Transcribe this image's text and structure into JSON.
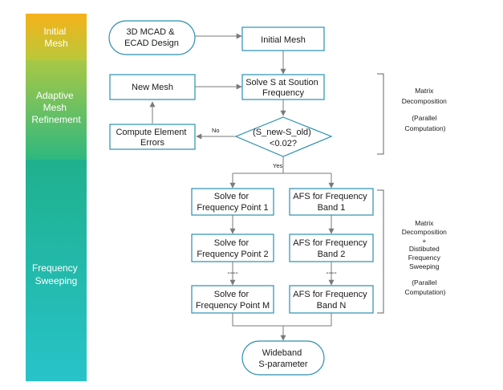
{
  "stages": [
    {
      "label_lines": [
        "Initial",
        "Mesh"
      ]
    },
    {
      "label_lines": [
        "Adaptive",
        "Mesh",
        "Refinement"
      ]
    },
    {
      "label_lines": [
        "Frequency",
        "Sweeping"
      ]
    }
  ],
  "stage_colors": {
    "initial_top": "#f5b21a",
    "initial_bottom": "#b9c83a",
    "adaptive_top": "#a8c845",
    "adaptive_bottom": "#2eb87f",
    "sweep_top": "#1fb08d",
    "sweep_bottom": "#27c3c9"
  },
  "nodes": {
    "design": [
      "3D MCAD &",
      "ECAD Design"
    ],
    "initial_mesh": [
      "Initial Mesh"
    ],
    "new_mesh": [
      "New Mesh"
    ],
    "solve": [
      "Solve S at Soution",
      "Frequency"
    ],
    "decision": [
      "(S_new-S_old)",
      "<0.02?"
    ],
    "compute_errors": [
      "Compute Element",
      "Errors"
    ],
    "solve_f1": [
      "Solve for",
      "Frequency Point 1"
    ],
    "solve_f2": [
      "Solve for",
      "Frequency Point 2"
    ],
    "solve_fm": [
      "Solve for",
      "Frequency Point M"
    ],
    "afs_b1": [
      "AFS for Frequency",
      "Band 1"
    ],
    "afs_b2": [
      "AFS for Frequency",
      "Band 2"
    ],
    "afs_bn": [
      "AFS for Frequency",
      "Band N"
    ],
    "wideband": [
      "Wideband",
      "S-parameter"
    ]
  },
  "edge_labels": {
    "no": "No",
    "yes": "Yes"
  },
  "ellipsis": "----",
  "notes": {
    "top": [
      "Matrix",
      "Decomposition",
      "",
      "(Parallel",
      "Computation)"
    ],
    "bottom": [
      "Matrix",
      "Decomposition",
      "+",
      "Distibuted",
      "Frequency",
      "Sweeping",
      "",
      "(Parallel",
      "Computation)"
    ]
  },
  "colors": {
    "node_border": "#2a8fb0",
    "edge": "#7a7a7a"
  }
}
